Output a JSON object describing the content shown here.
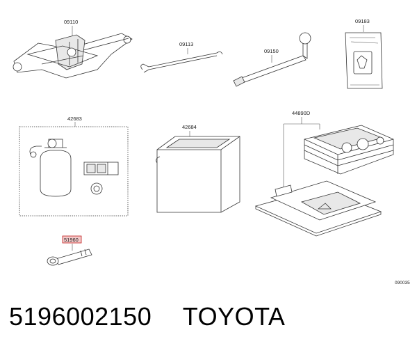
{
  "parts": {
    "jack": "09110",
    "jack_handle": "09113",
    "wrench": "09150",
    "bag": "09183",
    "repair_kit": "42683",
    "battery": "42684",
    "compressor": "44890D",
    "towing_eye": "51960"
  },
  "figure_code": "090035",
  "caption": {
    "part_number": "5196002150",
    "brand": "TOYOTA"
  },
  "colors": {
    "highlight_fill": "#f4c9c9",
    "highlight_border": "#c02020"
  }
}
